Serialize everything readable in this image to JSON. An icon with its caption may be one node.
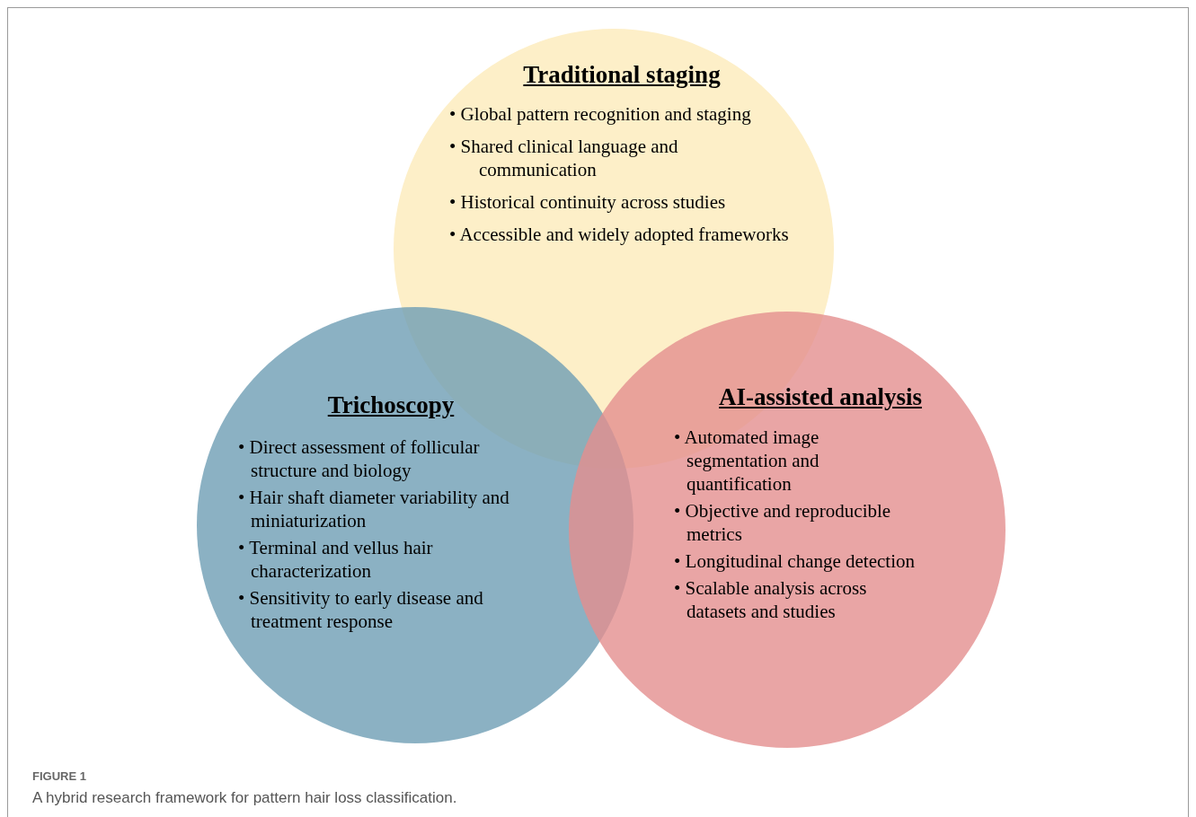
{
  "diagram": {
    "caption": "A hybrid research framework for pattern hair loss classification.",
    "nodes": [
      {
        "text": [
          "Traditional staging",
          "• Global pattern recognition and staging",
          "• Shared clinical language and communication",
          "• Historical continuity across studies",
          "• Accessible and widely adopted frameworks"
        ]
      },
      {
        "text": [
          "Trichoscopy",
          "• Direct assessment of follicular structure and biology",
          "• Hair shaft diameter variability and miniaturization",
          "• Terminal and vellus hair characterization",
          "• Sensitivity to early disease and treatment response"
        ]
      },
      {
        "text": [
          "AI-assisted analysis",
          "• Automated image segmentation and quantification",
          "• Objective and reproducible metrics",
          "• Longitudinal change detection",
          "• Scalable analysis across datasets and studies"
        ]
      }
    ],
    "labels": [
      "FIGURE 1"
    ]
  }
}
